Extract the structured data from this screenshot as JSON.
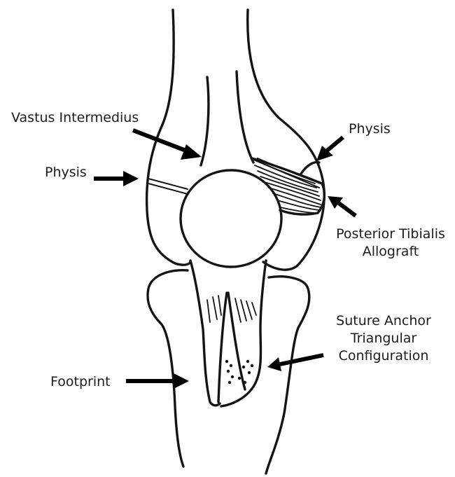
{
  "labels": {
    "vastus_intermedius": "Vastus Intermedius",
    "physis_left": "Physis",
    "physis_right": "Physis",
    "posterior_tibialis_line1": "Posterior Tibialis",
    "posterior_tibialis_line2": "Allograft",
    "suture_anchor_line1": "Suture Anchor",
    "suture_anchor_line2": "Triangular",
    "suture_anchor_line3": "Configuration",
    "footprint": "Footprint"
  },
  "colors": {
    "ink": "#141414",
    "background": "#ffffff",
    "text": "#1c1c1c"
  }
}
